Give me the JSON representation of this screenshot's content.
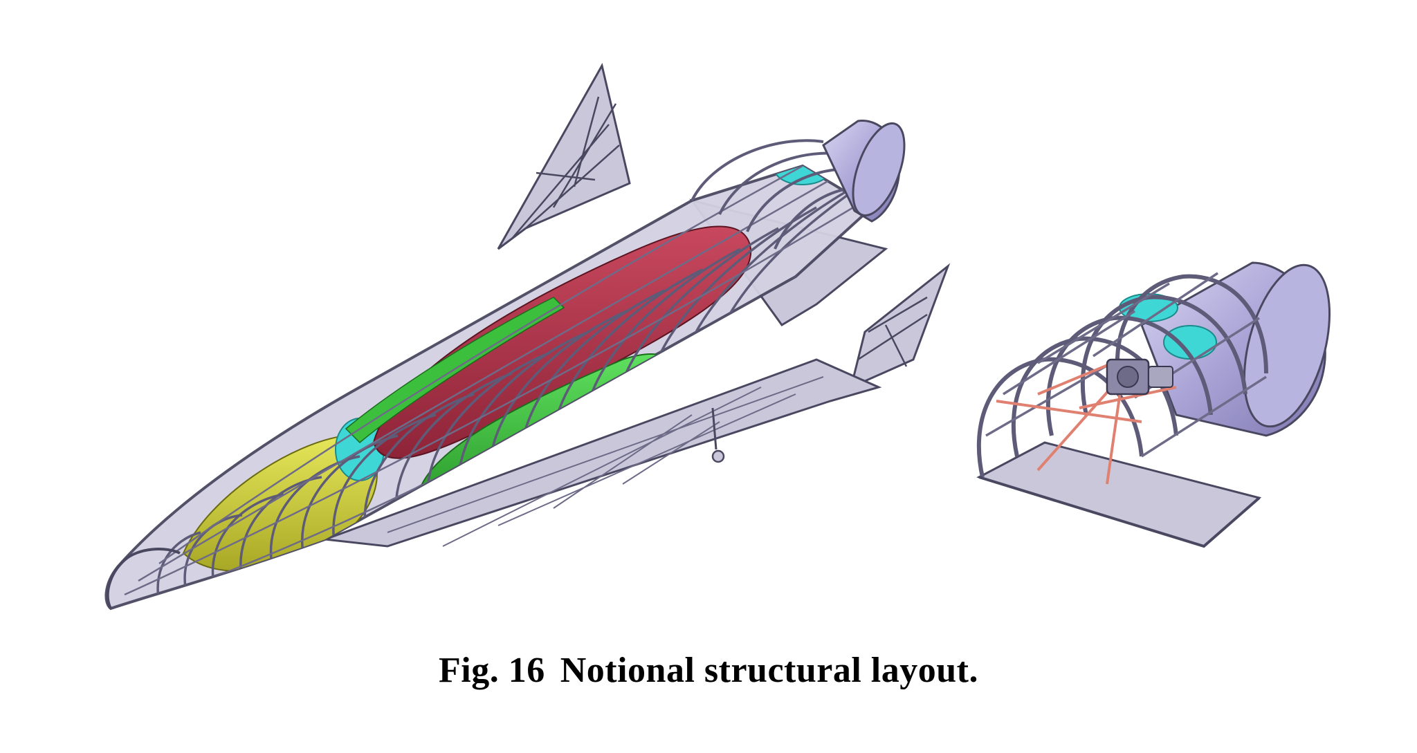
{
  "figure": {
    "label": "Fig. 16",
    "caption": "Notional structural layout.",
    "colors": {
      "frame": "#8e8aa8",
      "frame_dark": "#4a4860",
      "skin": "#c9c7d9",
      "nozzle": "#a9a4d6",
      "tank_red": "#b0344a",
      "tank_green": "#3cbf3c",
      "tank_yellow": "#d4d43a",
      "tank_cyan": "#3fd6d6",
      "strut_red": "#e08070"
    },
    "parts": [
      "vehicle-structure",
      "aft-engine-module"
    ]
  }
}
